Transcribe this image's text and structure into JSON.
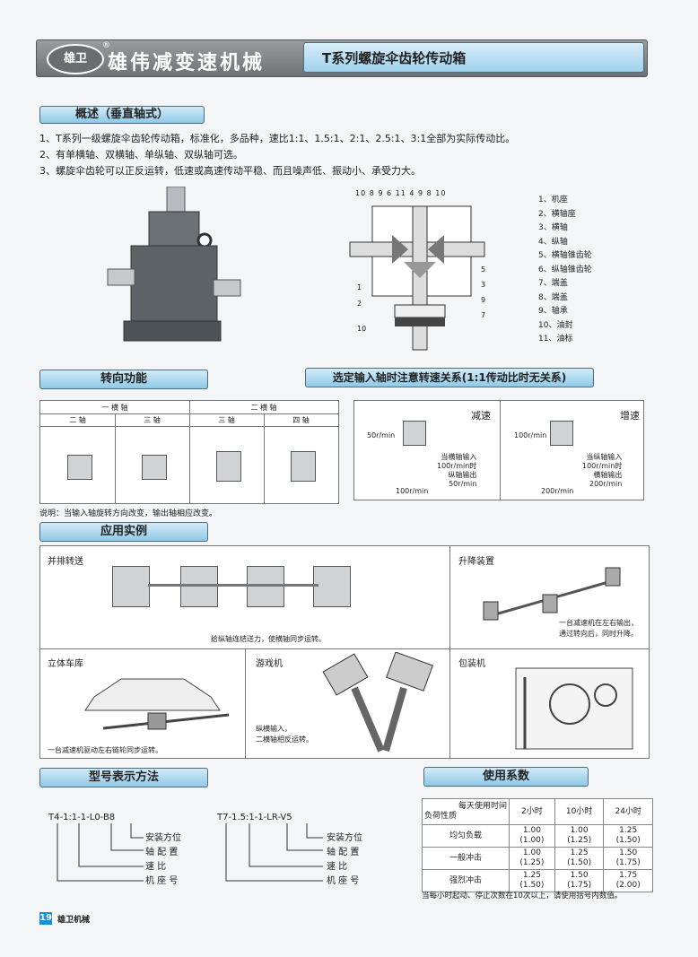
{
  "header": {
    "logo": "雄卫",
    "reg": "®",
    "company": "雄伟减变速机械",
    "title": "T系列螺旋伞齿轮传动箱"
  },
  "overview": {
    "title": "概述（垂直轴式）",
    "lines": [
      "1、T系列一级螺旋伞齿轮传动箱，标准化，多品种，速比1:1、1.5:1、2:1、2.5:1、3:1全部为实际传动比。",
      "2、有单横轴、双横轴、单纵轴、双纵轴可选。",
      "3、螺旋伞齿轮可以正反运转，低速或高速传动平稳、而且噪声低、振动小、承受力大。"
    ]
  },
  "diagram": {
    "top_numbers": "10  8  9  6  11  4  9  8  10",
    "right_numbers": [
      "5",
      "3",
      "9",
      "7"
    ],
    "left_numbers": [
      "1",
      "2",
      "10"
    ]
  },
  "parts": [
    "1、机座",
    "2、横轴座",
    "3、横轴",
    "4、纵轴",
    "5、横轴锥齿轮",
    "6、纵轴锥齿轮",
    "7、端盖",
    "8、端盖",
    "9、轴承",
    "10、油封",
    "11、油标"
  ],
  "rotation": {
    "title": "转向功能",
    "group1": "一 横 轴",
    "group2": "二 横 轴",
    "cols": [
      "二 轴",
      "三 轴",
      "三 轴",
      "四 轴"
    ],
    "note": "说明：当输入轴旋转方向改变，输出轴相应改变。"
  },
  "speed": {
    "title": "选定输入轴时注意转速关系(1:1传动比时无关系)",
    "left": {
      "label": "减速",
      "in": "50r/min",
      "out": "100r/min",
      "desc": [
        "当横轴输入",
        "100r/min时",
        "纵轴输出",
        "50r/min"
      ]
    },
    "right": {
      "label": "增速",
      "in": "100r/min",
      "out": "200r/min",
      "desc": [
        "当纵轴输入",
        "100r/min时",
        "横轴输出",
        "200r/min"
      ]
    }
  },
  "applications": {
    "title": "应用实例",
    "a1": {
      "title": "并排转送",
      "caption": "给纵轴连结送力，使横轴同步运转。"
    },
    "a2": {
      "title": "升降装置",
      "caption": [
        "一台减速机在左右输出，",
        "通过转向后，同时升降。"
      ]
    },
    "a3": {
      "title": "立体车库",
      "caption": "一台减速机驱动左右链轮同步运转。"
    },
    "a4": {
      "title": "游戏机",
      "caption": [
        "纵横输入，",
        "二横轴相反运转。"
      ]
    },
    "a5": {
      "title": "包装机"
    }
  },
  "model": {
    "title": "型号表示方法",
    "code1": "T4-1:1-1-L0-B8",
    "code2": "T7-1.5:1-1-LR-V5",
    "labels": [
      "安装方位",
      "轴 配 置",
      "速    比",
      "机 座 号"
    ]
  },
  "factor": {
    "title": "使用系数",
    "corner_top": "每天使用时间",
    "corner_bottom": "负荷性质",
    "hours": [
      "2小时",
      "10小时",
      "24小时"
    ],
    "rows": [
      {
        "name": "均匀负载",
        "vals": [
          [
            "1.00",
            "(1.00)"
          ],
          [
            "1.00",
            "(1.25)"
          ],
          [
            "1.25",
            "(1.50)"
          ]
        ]
      },
      {
        "name": "一般冲击",
        "vals": [
          [
            "1.00",
            "(1.25)"
          ],
          [
            "1.25",
            "(1.50)"
          ],
          [
            "1.50",
            "(1.75)"
          ]
        ]
      },
      {
        "name": "强烈冲击",
        "vals": [
          [
            "1.25",
            "(1.50)"
          ],
          [
            "1.50",
            "(1.75)"
          ],
          [
            "1.75",
            "(2.00)"
          ]
        ]
      }
    ],
    "note": "当每小时起动、停止次数在10次以上，请使用括号内数值。"
  },
  "footer": {
    "page": "19",
    "brand": "雄卫机械"
  }
}
